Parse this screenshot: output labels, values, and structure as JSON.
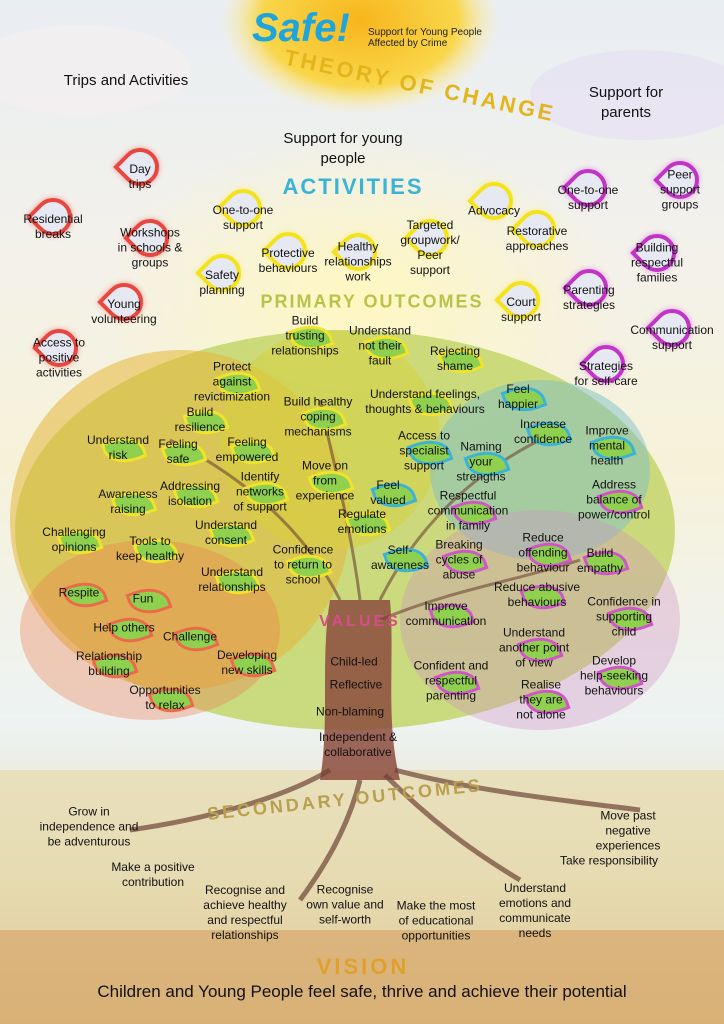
{
  "header": {
    "logo": "Safe!",
    "tagline": "Support for Young People\nAffected by Crime",
    "title": "THEORY OF CHANGE"
  },
  "sections": {
    "trips": "Trips and Activities",
    "parents": "Support for\nparents",
    "young": "Support for young\npeople",
    "activities": "ACTIVITIES",
    "primary": "PRIMARY OUTCOMES",
    "values": "VALUES",
    "secondary": "SECONDARY OUTCOMES",
    "vision": "VISION"
  },
  "trips": [
    "Day\ntrips",
    "Residential\nbreaks",
    "Workshops\nin schools &\ngroups",
    "Young\nvolunteering",
    "Access to\npositive\nactivities"
  ],
  "young": [
    "One-to-one\nsupport",
    "Safety\nplanning",
    "Protective\nbehaviours",
    "Healthy\nrelationships\nwork",
    "Targeted\ngroupwork/\nPeer\nsupport",
    "Advocacy",
    "Restorative\napproaches",
    "Court\nsupport"
  ],
  "parents": [
    "One-to-one\nsupport",
    "Peer\nsupport\ngroups",
    "Building\nrespectful\nfamilies",
    "Parenting\nstrategies",
    "Communication\nsupport",
    "Strategies\nfor self-care"
  ],
  "primary": [
    "Build\ntrusting\nrelationships",
    "Understand\nnot their\nfault",
    "Protect\nagainst\nrevictimization",
    "Rejecting\nshame",
    "Understand feelings,\nthoughts & behaviours",
    "Feel\nhappier",
    "Build\nresilience",
    "Build healthy\ncoping\nmechanisms",
    "Understand\nrisk",
    "Feeling\nsafe",
    "Feeling\nempowered",
    "Access to\nspecialist\nsupport",
    "Naming\nyour\nstrengths",
    "Increase\nconfidence",
    "Improve\nmental\nhealth",
    "Move on\nfrom\nexperience",
    "Identify\nnetworks\nof support",
    "Addressing\nisolation",
    "Awareness\nraising",
    "Feel\nvalued",
    "Respectful\ncommunication\nin family",
    "Address\nbalance of\npower/control",
    "Regulate\nemotions",
    "Understand\nconsent",
    "Challenging\nopinions",
    "Reduce\noffending\nbehaviour",
    "Tools to\nkeep healthy",
    "Self-\nawareness",
    "Breaking\ncycles of\nabuse",
    "Build\nempathy",
    "Confidence\nto return to\nschool",
    "Understand\nrelationships",
    "Reduce abusive\nbehaviours",
    "Respite",
    "Fun",
    "Confidence in\nsupporting\nchild",
    "Improve\ncommunication",
    "Help others",
    "Challenge",
    "Understand\nanother point\nof view",
    "Relationship\nbuilding",
    "Develop\nhelp-seeking\nbehaviours",
    "Developing\nnew skills",
    "Confident and\nrespectful\nparenting",
    "Opportunities\nto relax",
    "Realise\nthey are\nnot alone"
  ],
  "values": [
    "Child-led",
    "Reflective",
    "Non-blaming",
    "Independent &\ncollaborative"
  ],
  "secondary": [
    "Grow in\nindependence and\nbe adventurous",
    "Make a positive\ncontribution",
    "Recognise and\nachieve healthy\nand respectful\nrelationships",
    "Recognise\nown value and\nself-worth",
    "Make the most\nof educational\nopportunities",
    "Understand\nemotions and\ncommunicate\nneeds",
    "Move past negative\nexperiences",
    "Take responsibility"
  ],
  "vision_statement": "Children and Young People feel safe, thrive and achieve their potential",
  "colors": {
    "trips": "#e8473f",
    "young": "#f3e21c",
    "parents": "#c234c6",
    "brand": "#1ea5dc",
    "leaf": "#8fd14f"
  }
}
